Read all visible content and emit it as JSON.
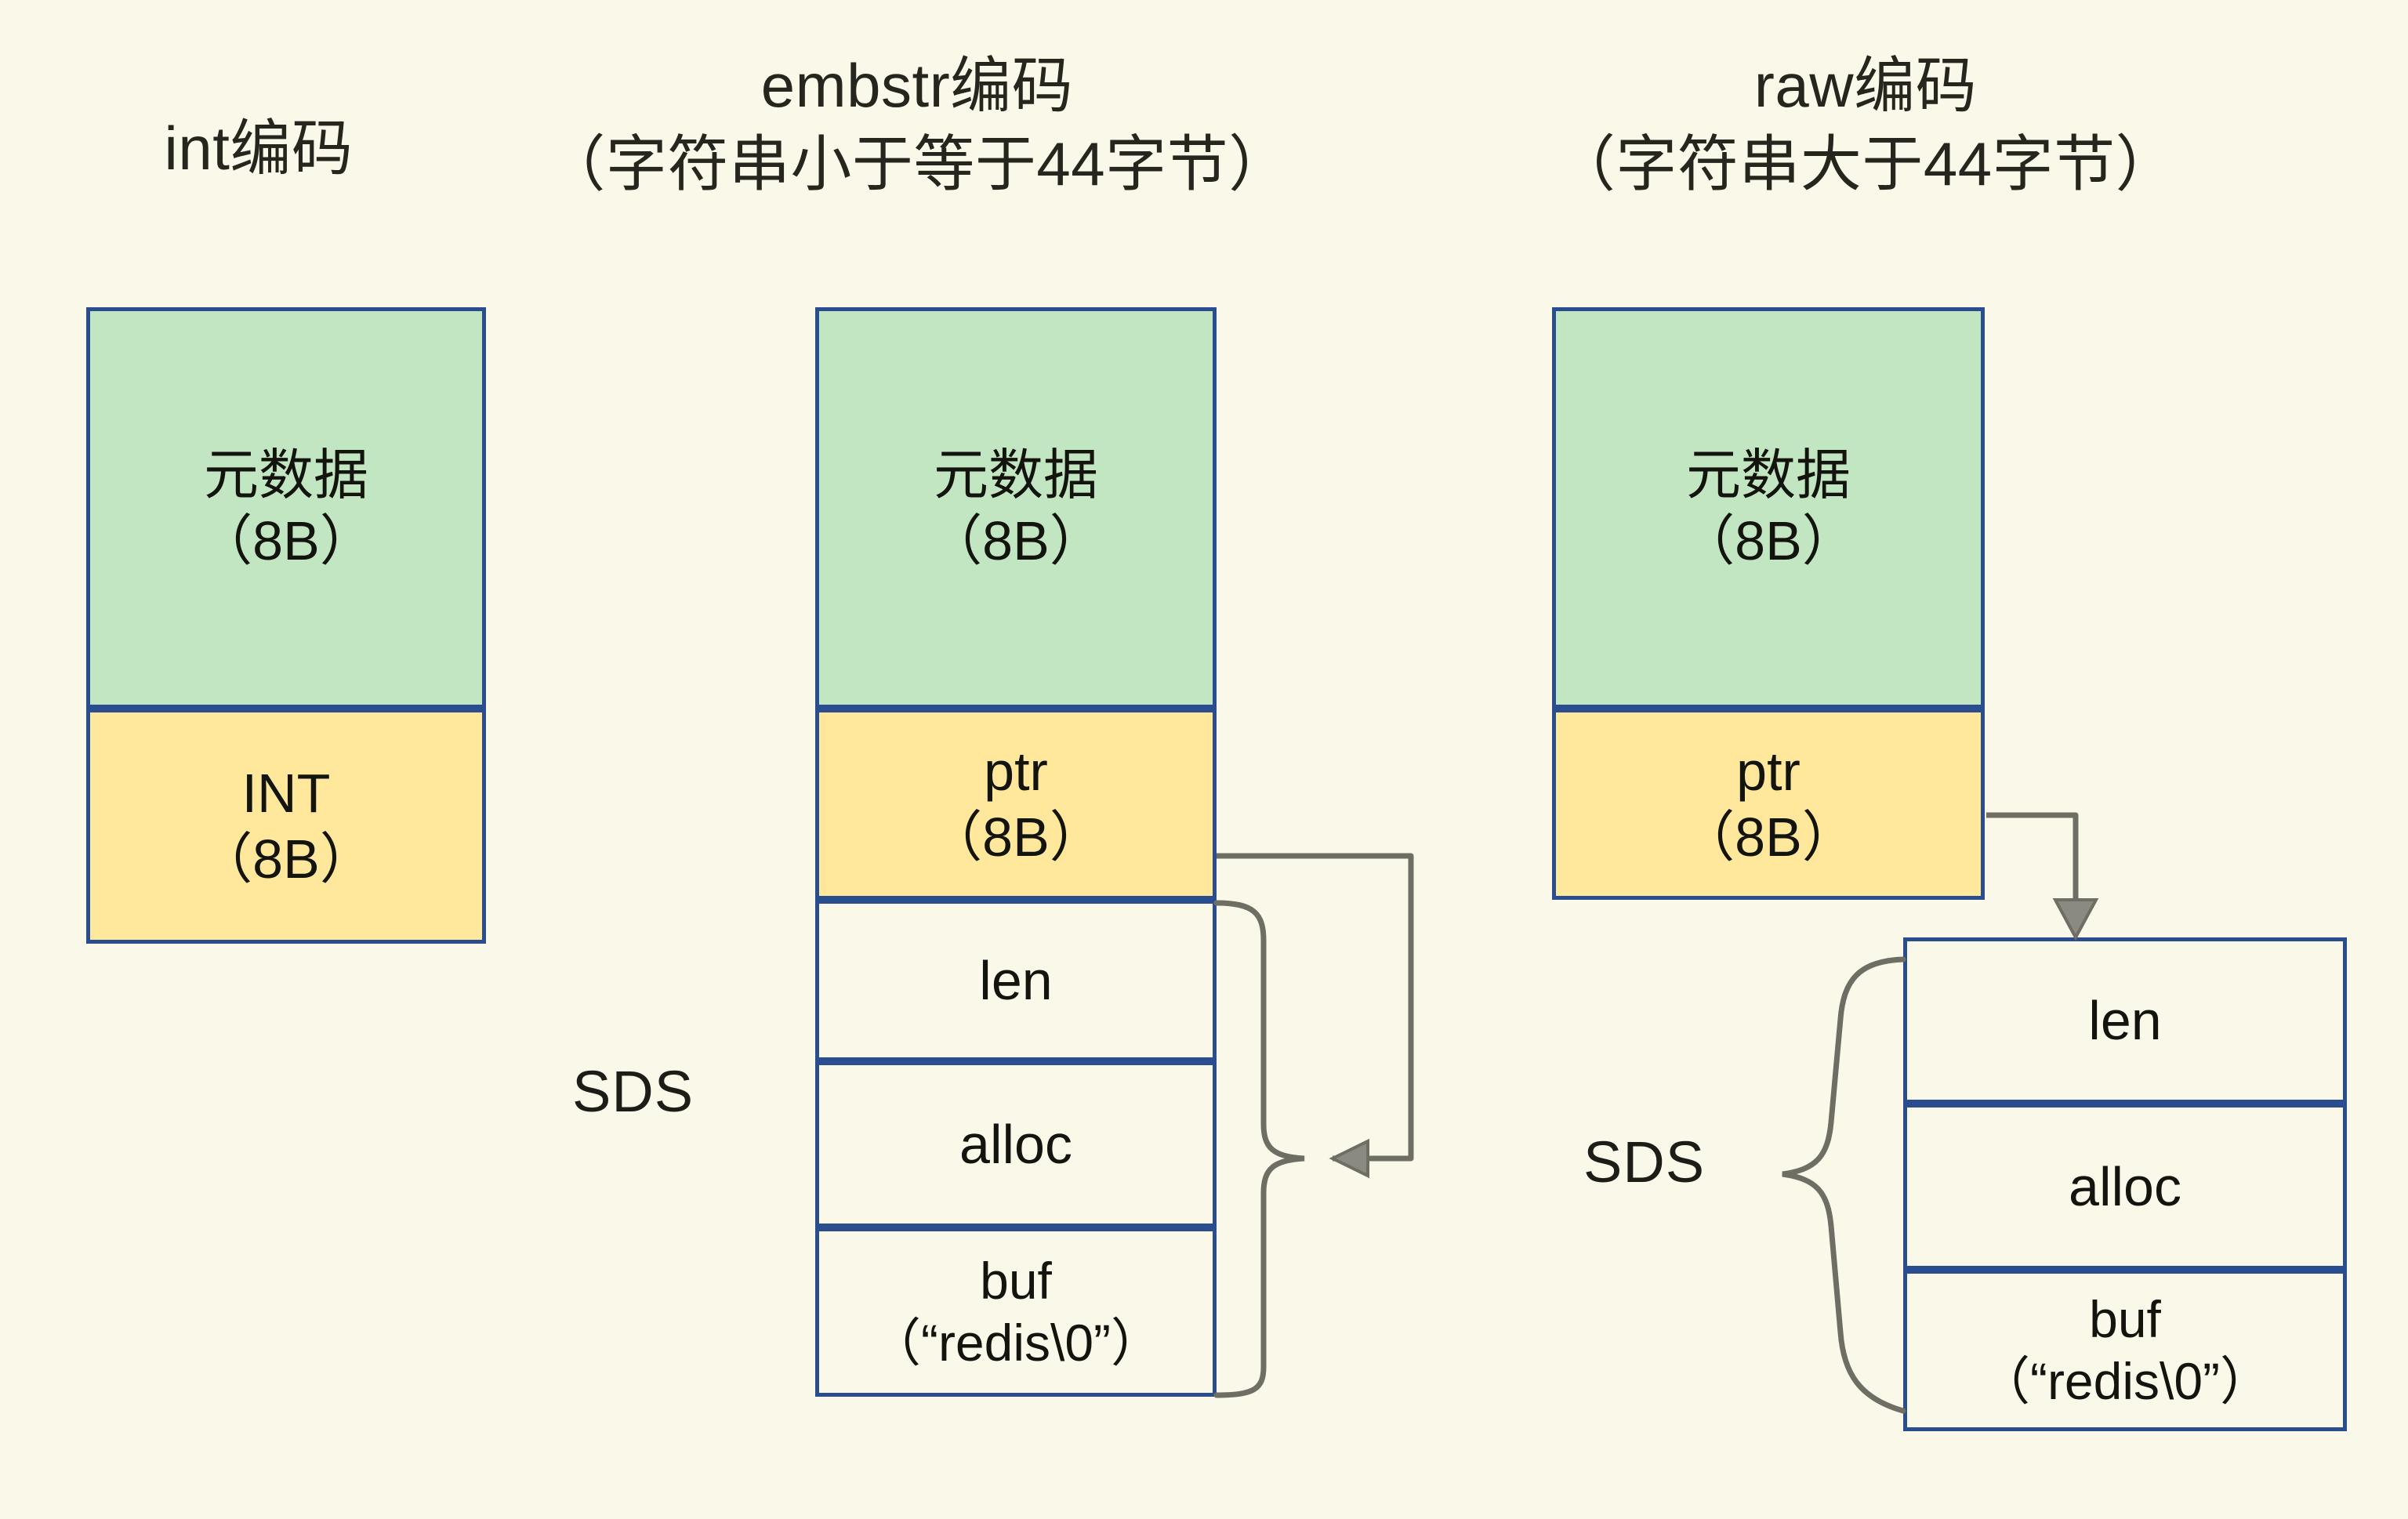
{
  "diagram": {
    "background_color": "#faf8e8",
    "border_color": "#2a4d8f",
    "meta_fill": "#c2e6c2",
    "ptr_fill": "#ffe79b",
    "plain_fill": "#faf8e8",
    "connector_color": "#6e6e64"
  },
  "columns": {
    "int": {
      "title": "int编码",
      "boxes": {
        "metadata": "元数据\n（8B）",
        "value": "INT\n（8B）"
      }
    },
    "embstr": {
      "title": "embstr编码\n（字符串小于等于44字节）",
      "boxes": {
        "metadata": "元数据\n（8B）",
        "ptr": "ptr\n（8B）",
        "len": "len",
        "alloc": "alloc",
        "buf": "buf\n（“redis\\0”）"
      },
      "sds_label": "SDS"
    },
    "raw": {
      "title": "raw编码\n（字符串大于44字节）",
      "boxes": {
        "metadata": "元数据\n（8B）",
        "ptr": "ptr\n（8B）",
        "len": "len",
        "alloc": "alloc",
        "buf": "buf\n（“redis\\0”）"
      },
      "sds_label": "SDS"
    }
  }
}
